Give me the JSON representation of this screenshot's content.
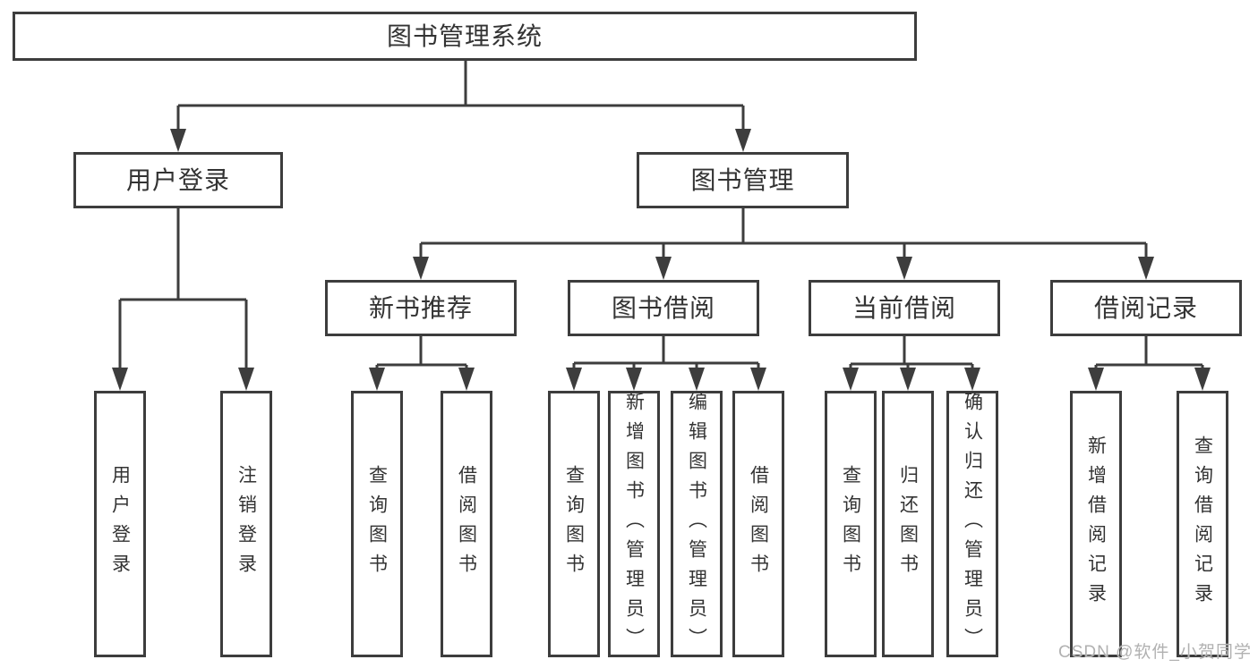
{
  "diagram": {
    "root": {
      "label": "图书管理系统"
    },
    "level2": [
      {
        "label": "用户登录"
      },
      {
        "label": "图书管理"
      }
    ],
    "level3": [
      {
        "label": "新书推荐"
      },
      {
        "label": "图书借阅"
      },
      {
        "label": "当前借阅"
      },
      {
        "label": "借阅记录"
      }
    ],
    "leaves": [
      {
        "label": "用户登录",
        "parent": "用户登录"
      },
      {
        "label": "注销登录",
        "parent": "用户登录"
      },
      {
        "label": "查询图书",
        "parent": "新书推荐"
      },
      {
        "label": "借阅图书",
        "parent": "新书推荐"
      },
      {
        "label": "查询图书",
        "parent": "图书借阅"
      },
      {
        "label": "新增图书（管理员）",
        "parent": "图书借阅"
      },
      {
        "label": "编辑图书（管理员）",
        "parent": "图书借阅"
      },
      {
        "label": "借阅图书",
        "parent": "图书借阅"
      },
      {
        "label": "查询图书",
        "parent": "当前借阅"
      },
      {
        "label": "归还图书",
        "parent": "当前借阅"
      },
      {
        "label": "确认归还（管理员）",
        "parent": "当前借阅"
      },
      {
        "label": "新增借阅记录",
        "parent": "借阅记录"
      },
      {
        "label": "查询借阅记录",
        "parent": "借阅记录"
      }
    ],
    "colors": {
      "line": "#3d3d3d",
      "box_border": "#3d3d3d",
      "box_fill": "#ffffff",
      "text": "#333333",
      "background": "#ffffff"
    }
  },
  "watermark": {
    "text": "CSDN @软件_小贺同学",
    "color": "#adadad"
  }
}
